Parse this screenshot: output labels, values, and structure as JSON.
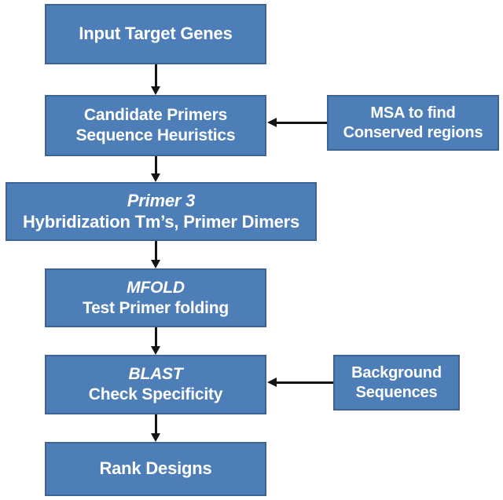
{
  "diagram": {
    "title": "Primer design pipeline flowchart",
    "colors": {
      "node_fill": "#4E7EB8",
      "node_border": "#3D6395",
      "node_text": "#FFFFFF",
      "connector": "#141414",
      "background": "#FFFFFF"
    },
    "nodes": [
      {
        "id": "input-target-genes",
        "lines": [
          {
            "text": "Input Target Genes",
            "italic": false
          }
        ]
      },
      {
        "id": "candidate-primers",
        "lines": [
          {
            "text": "Candidate Primers",
            "italic": false
          },
          {
            "text": "Sequence Heuristics",
            "italic": false
          }
        ]
      },
      {
        "id": "msa",
        "lines": [
          {
            "text": "MSA to find",
            "italic": false
          },
          {
            "text": "Conserved regions",
            "italic": false
          }
        ]
      },
      {
        "id": "primer3",
        "lines": [
          {
            "text": "Primer 3",
            "italic": true
          },
          {
            "text": "Hybridization Tm’s, Primer Dimers",
            "italic": false
          }
        ]
      },
      {
        "id": "mfold",
        "lines": [
          {
            "text": "MFOLD",
            "italic": true
          },
          {
            "text": "Test Primer folding",
            "italic": false
          }
        ]
      },
      {
        "id": "blast",
        "lines": [
          {
            "text": "BLAST",
            "italic": true
          },
          {
            "text": "Check Specificity",
            "italic": false
          }
        ]
      },
      {
        "id": "background-sequences",
        "lines": [
          {
            "text": "Background",
            "italic": false
          },
          {
            "text": "Sequences",
            "italic": false
          }
        ]
      },
      {
        "id": "rank-designs",
        "lines": [
          {
            "text": "Rank Designs",
            "italic": false
          }
        ]
      }
    ],
    "connectors": [
      {
        "id": "genes-to-candidate",
        "from": "input-target-genes",
        "to": "candidate-primers",
        "direction": "down"
      },
      {
        "id": "candidate-to-primer3",
        "from": "candidate-primers",
        "to": "primer3",
        "direction": "down"
      },
      {
        "id": "primer3-to-mfold",
        "from": "primer3",
        "to": "mfold",
        "direction": "down"
      },
      {
        "id": "mfold-to-blast",
        "from": "mfold",
        "to": "blast",
        "direction": "down"
      },
      {
        "id": "blast-to-rank",
        "from": "blast",
        "to": "rank-designs",
        "direction": "down"
      },
      {
        "id": "msa-to-candidate",
        "from": "msa",
        "to": "candidate-primers",
        "direction": "left"
      },
      {
        "id": "background-to-blast",
        "from": "background-sequences",
        "to": "blast",
        "direction": "left"
      }
    ]
  }
}
